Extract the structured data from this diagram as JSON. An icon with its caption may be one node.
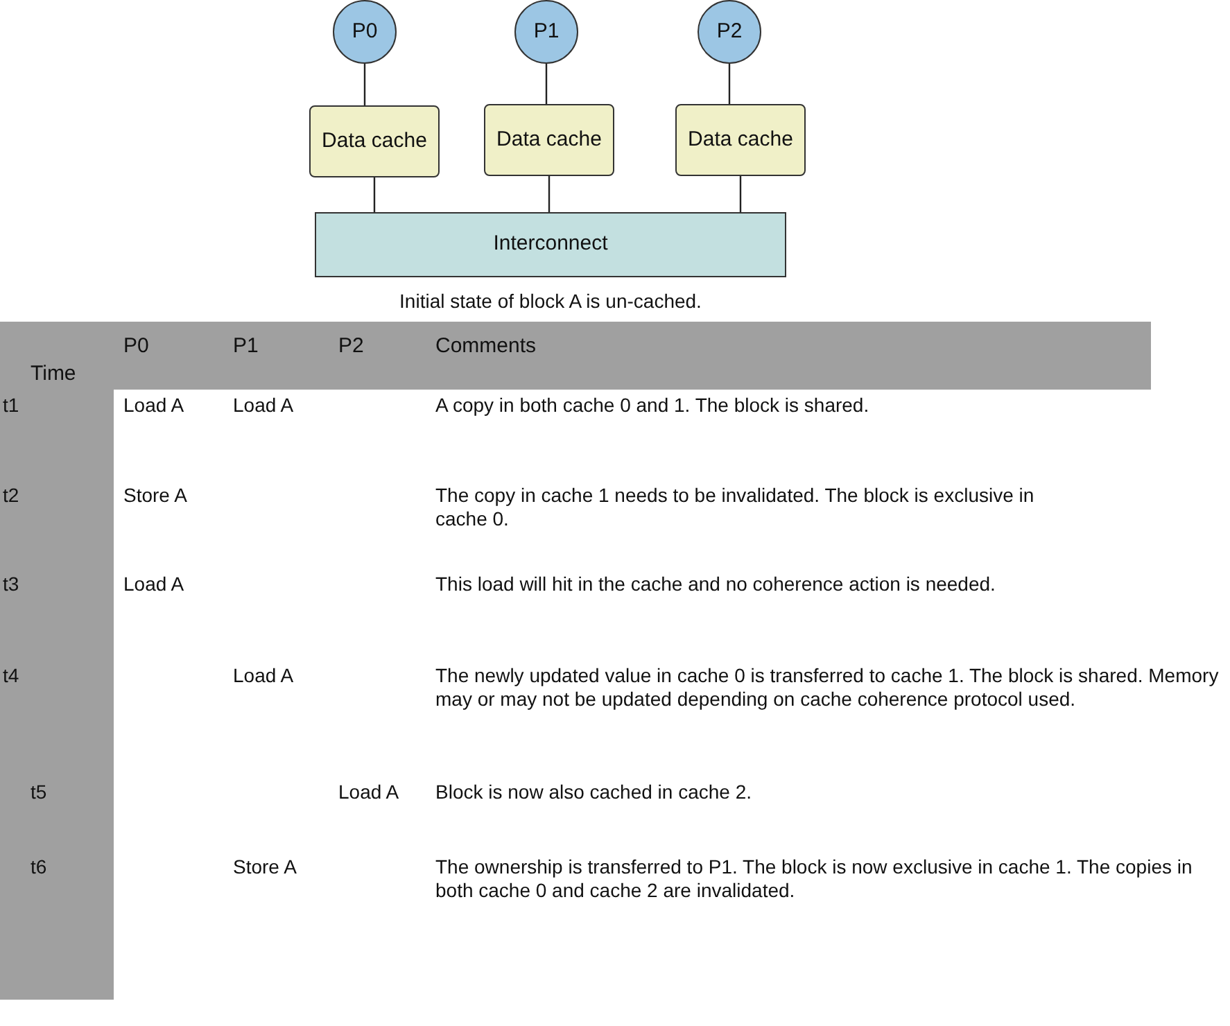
{
  "diagram": {
    "nodes": [
      {
        "text": [
          "P0"
        ]
      },
      {
        "text": [
          "P1"
        ]
      },
      {
        "text": [
          "P2"
        ]
      },
      {
        "text": [
          "Data cache"
        ]
      },
      {
        "text": [
          "Data cache"
        ]
      },
      {
        "text": [
          "Data cache"
        ]
      },
      {
        "text": [
          "Interconnect"
        ]
      }
    ],
    "edges": [
      {
        "from": 0,
        "to": 3,
        "arrow": "none"
      },
      {
        "from": 1,
        "to": 4,
        "arrow": "none"
      },
      {
        "from": 2,
        "to": 5,
        "arrow": "none"
      },
      {
        "from": 3,
        "to": 6,
        "arrow": "none"
      },
      {
        "from": 4,
        "to": 6,
        "arrow": "none"
      },
      {
        "from": 5,
        "to": 6,
        "arrow": "none"
      }
    ],
    "labels": [
      "Initial state of block A is un-cached.",
      "Time",
      "P0",
      "P1",
      "P2",
      "Comments",
      "t1",
      "Load A",
      "Load A",
      "A copy in both cache 0 and 1. The block is shared.",
      "t2",
      "Store A",
      "The copy in cache 1 needs to be invalidated. The block is exclusive in cache 0.",
      "t3",
      "Load A",
      "This load will hit in the cache and no coherence action is needed.",
      "t4",
      "Load A",
      "The newly updated value in cache 0 is transferred to cache 1. The block is shared. Memory may or may not be updated depending on cache coherence protocol used.",
      "t5",
      "Load A",
      "Block is now also cached in cache 2.",
      "t6",
      "Store A",
      "The ownership is transferred to P1. The block is now exclusive in cache 1. The copies in both cache 0 and cache 2 are invalidated."
    ]
  }
}
